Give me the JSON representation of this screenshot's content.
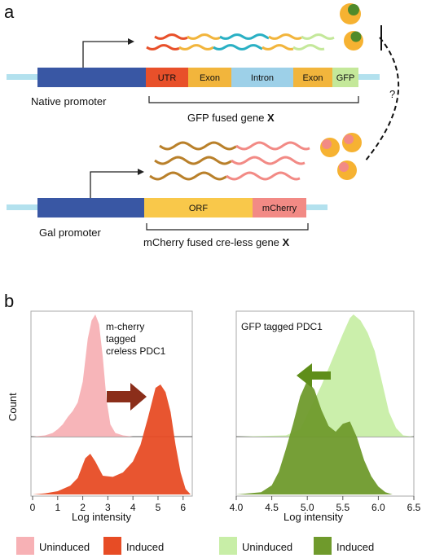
{
  "panel_a": {
    "letter": "a",
    "native_construct": {
      "promoter_label": "Native promoter",
      "segments": [
        {
          "label": "UTR",
          "color": "#e8502a"
        },
        {
          "label": "Exon",
          "color": "#f2b53c"
        },
        {
          "label": "Intron",
          "color": "#9dd0e8"
        },
        {
          "label": "Exon",
          "color": "#f2b53c"
        },
        {
          "label": "GFP",
          "color": "#c4e89a"
        }
      ],
      "promoter_color": "#3957a4",
      "bracket_label": "GFP fused gene ",
      "bracket_gene": "X"
    },
    "gal_construct": {
      "promoter_label": "Gal promoter",
      "segments": [
        {
          "label": "ORF",
          "color": "#f9c84a"
        },
        {
          "label": "mCherry",
          "color": "#f28a85"
        }
      ],
      "promoter_color": "#3957a4",
      "bracket_label": "mCherry fused  cre-less gene ",
      "bracket_gene": "X"
    },
    "question_mark": "?"
  },
  "panel_b": {
    "letter": "b",
    "legend": [
      {
        "label": "Uninduced",
        "color": "#f7b1b5"
      },
      {
        "label": "Induced",
        "color": "#e74c25"
      },
      {
        "label": "Uninduced",
        "color": "#c8eea7"
      },
      {
        "label": "Induced",
        "color": "#6f9a2c"
      }
    ]
  },
  "chart_data": [
    {
      "type": "area",
      "title": "m-cherry\ntagged\ncreless PDC1",
      "xlabel": "Log intensity",
      "ylabel": "Count",
      "xlim": [
        0,
        6.3
      ],
      "xticks": [
        0,
        1,
        2,
        3,
        4,
        5,
        6
      ],
      "grid": false,
      "series": [
        {
          "name": "Uninduced",
          "color": "#f7b1b5",
          "peak_x": 2.5,
          "x": [
            0,
            0.5,
            0.8,
            1.0,
            1.2,
            1.4,
            1.6,
            1.8,
            2.0,
            2.2,
            2.35,
            2.5,
            2.65,
            2.8,
            2.95,
            3.1,
            3.3,
            3.6,
            4.0,
            6.3
          ],
          "y": [
            0,
            0.01,
            0.03,
            0.06,
            0.1,
            0.16,
            0.21,
            0.28,
            0.45,
            0.8,
            0.95,
            1.0,
            0.92,
            0.65,
            0.3,
            0.1,
            0.03,
            0.01,
            0,
            0
          ]
        },
        {
          "name": "Induced",
          "color": "#e74c25",
          "peak_x": 5.1,
          "x": [
            0,
            0.5,
            1.0,
            1.5,
            1.8,
            2.1,
            2.3,
            2.5,
            2.8,
            3.2,
            3.6,
            4.0,
            4.3,
            4.6,
            4.9,
            5.1,
            5.3,
            5.5,
            5.7,
            5.9,
            6.1,
            6.3
          ],
          "y": [
            0,
            0.01,
            0.03,
            0.08,
            0.15,
            0.33,
            0.37,
            0.3,
            0.17,
            0.16,
            0.2,
            0.3,
            0.45,
            0.7,
            0.97,
            1.0,
            0.93,
            0.75,
            0.45,
            0.2,
            0.05,
            0
          ]
        }
      ],
      "arrow": {
        "direction": "right",
        "color": "#8b2e1a"
      }
    },
    {
      "type": "area",
      "title": "GFP tagged PDC1",
      "xlabel": "Log intensity",
      "ylabel": "",
      "xlim": [
        4.0,
        6.5
      ],
      "xticks": [
        4.0,
        4.5,
        5.0,
        5.5,
        6.0,
        6.5
      ],
      "grid": false,
      "series": [
        {
          "name": "Uninduced",
          "color": "#c8eea7",
          "peak_x": 5.65,
          "x": [
            4.0,
            4.7,
            4.9,
            5.0,
            5.1,
            5.2,
            5.3,
            5.4,
            5.5,
            5.6,
            5.65,
            5.75,
            5.85,
            5.95,
            6.05,
            6.15,
            6.25,
            6.35,
            6.5
          ],
          "y": [
            0,
            0.01,
            0.06,
            0.18,
            0.3,
            0.42,
            0.56,
            0.7,
            0.84,
            0.97,
            1.0,
            0.95,
            0.85,
            0.7,
            0.45,
            0.2,
            0.07,
            0.01,
            0
          ]
        },
        {
          "name": "Induced",
          "color": "#6f9a2c",
          "peak_x": 5.0,
          "x": [
            4.0,
            4.35,
            4.5,
            4.6,
            4.7,
            4.8,
            4.9,
            5.0,
            5.1,
            5.2,
            5.3,
            5.4,
            5.5,
            5.6,
            5.7,
            5.8,
            5.9,
            6.0,
            6.1,
            6.2,
            6.5
          ],
          "y": [
            0,
            0.02,
            0.08,
            0.2,
            0.4,
            0.62,
            0.86,
            1.0,
            0.92,
            0.74,
            0.6,
            0.55,
            0.62,
            0.64,
            0.5,
            0.3,
            0.16,
            0.07,
            0.02,
            0,
            0
          ]
        }
      ],
      "arrow": {
        "direction": "left",
        "color": "#5f8e1a"
      }
    }
  ]
}
